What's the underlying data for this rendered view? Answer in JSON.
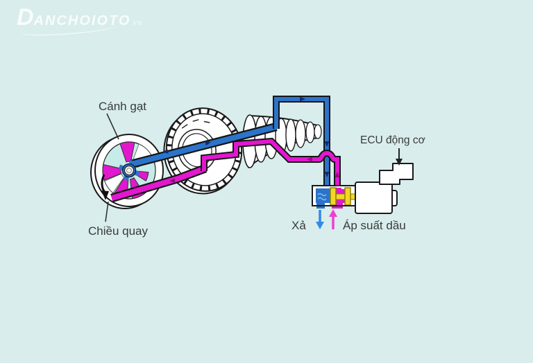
{
  "logo": {
    "brand_d": "D",
    "brand_rest": "ANCHOIOTO",
    "suffix": "VN"
  },
  "labels": {
    "vane": "Cánh gạt",
    "rotation_direction": "Chiều quay",
    "engine_ecu": "ECU động cơ",
    "drain": "Xả",
    "oil_pressure": "Áp suất dầu"
  },
  "colors": {
    "background": "#d8edec",
    "oil_pressure_line": "#e218cf",
    "drain_line": "#2b74c9",
    "chamber_fill": "#c6ebe9",
    "valve_spool": "#f0d825",
    "drain_arrow": "#2e8ae6",
    "pressure_arrow": "#ee3fd4",
    "label_text": "#3a3a3a"
  }
}
